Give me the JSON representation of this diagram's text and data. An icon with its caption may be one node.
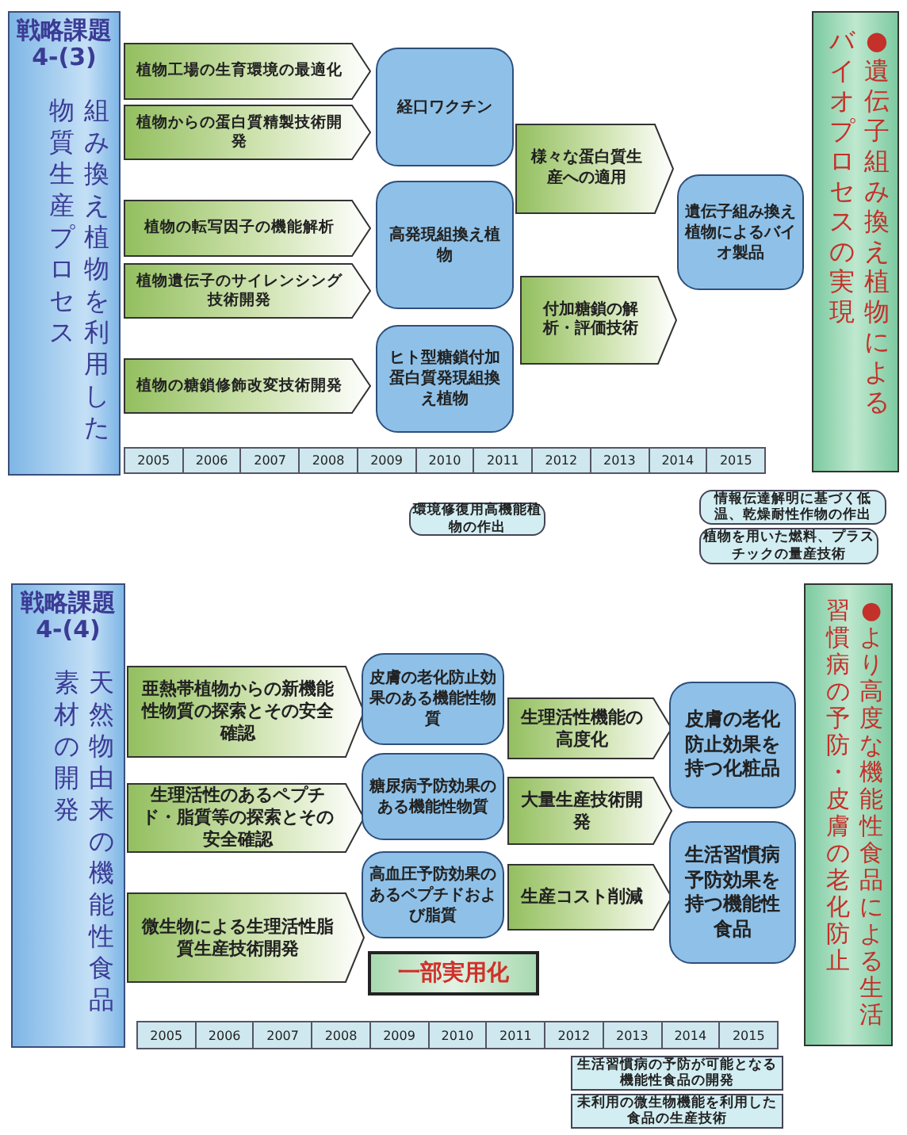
{
  "diagram": {
    "nodes": [
      {
        "text": [
          "戦略課題4-(3)",
          "組み換え植物を利用した物質生産プロセス"
        ]
      },
      {
        "text": [
          "植物工場の生育環境の最適化"
        ]
      },
      {
        "text": [
          "植物からの蛋白質精製技術開発"
        ]
      },
      {
        "text": [
          "植物の転写因子の機能解析"
        ]
      },
      {
        "text": [
          "植物遺伝子のサイレンシング技術開発"
        ]
      },
      {
        "text": [
          "植物の糖鎖修飾改変技術開発"
        ]
      },
      {
        "text": [
          "経口ワクチン"
        ]
      },
      {
        "text": [
          "高発現組換え植物"
        ]
      },
      {
        "text": [
          "ヒト型糖鎖付加蛋白質発現組換え植物"
        ]
      },
      {
        "text": [
          "様々な蛋白質生産への適用"
        ]
      },
      {
        "text": [
          "付加糖鎖の解析・評価技術"
        ]
      },
      {
        "text": [
          "遺伝子組み換え植物によるバイオ製品"
        ]
      },
      {
        "text": [
          "●遺伝子組み換え植物によるバイオプロセスの実現"
        ]
      },
      {
        "text": [
          "環境修復用高機能植物の作出"
        ]
      },
      {
        "text": [
          "情報伝達解明に基づく低温、乾燥耐性作物の作出"
        ]
      },
      {
        "text": [
          "植物を用いた燃料、プラスチックの量産技術"
        ]
      },
      {
        "text": [
          "戦略課題4-(4)",
          "天然物由来の機能性食品素材の開発"
        ]
      },
      {
        "text": [
          "亜熱帯植物からの新機能性物質の探索とその安全確認"
        ]
      },
      {
        "text": [
          "生理活性のあるペプチド・脂質等の探索とその安全確認"
        ]
      },
      {
        "text": [
          "微生物による生理活性脂質生産技術開発"
        ]
      },
      {
        "text": [
          "皮膚の老化防止効果のある機能性物質"
        ]
      },
      {
        "text": [
          "糖尿病予防効果のある機能性物質"
        ]
      },
      {
        "text": [
          "高血圧予防効果のあるペプチドおよび脂質"
        ]
      },
      {
        "text": [
          "一部実用化"
        ]
      },
      {
        "text": [
          "生理活性機能の高度化"
        ]
      },
      {
        "text": [
          "大量生産技術開発"
        ]
      },
      {
        "text": [
          "生産コスト削減"
        ]
      },
      {
        "text": [
          "皮膚の老化防止効果を持つ化粧品"
        ]
      },
      {
        "text": [
          "生活習慣病予防効果を持つ機能性食品"
        ]
      },
      {
        "text": [
          "●より高度な機能性食品による生活習慣病の予防・皮膚の老化防止"
        ]
      },
      {
        "text": [
          "生活習慣病の予防が可能となる機能性食品の開発"
        ]
      },
      {
        "text": [
          "未利用の微生物機能を利用した食品の生産技術"
        ]
      }
    ],
    "labels": [
      "2005",
      "2006",
      "2007",
      "2008",
      "2009",
      "2010",
      "2011",
      "2012",
      "2013",
      "2014",
      "2015",
      "2005",
      "2006",
      "2007",
      "2008",
      "2009",
      "2010",
      "2011",
      "2012",
      "2013",
      "2014",
      "2015"
    ]
  }
}
